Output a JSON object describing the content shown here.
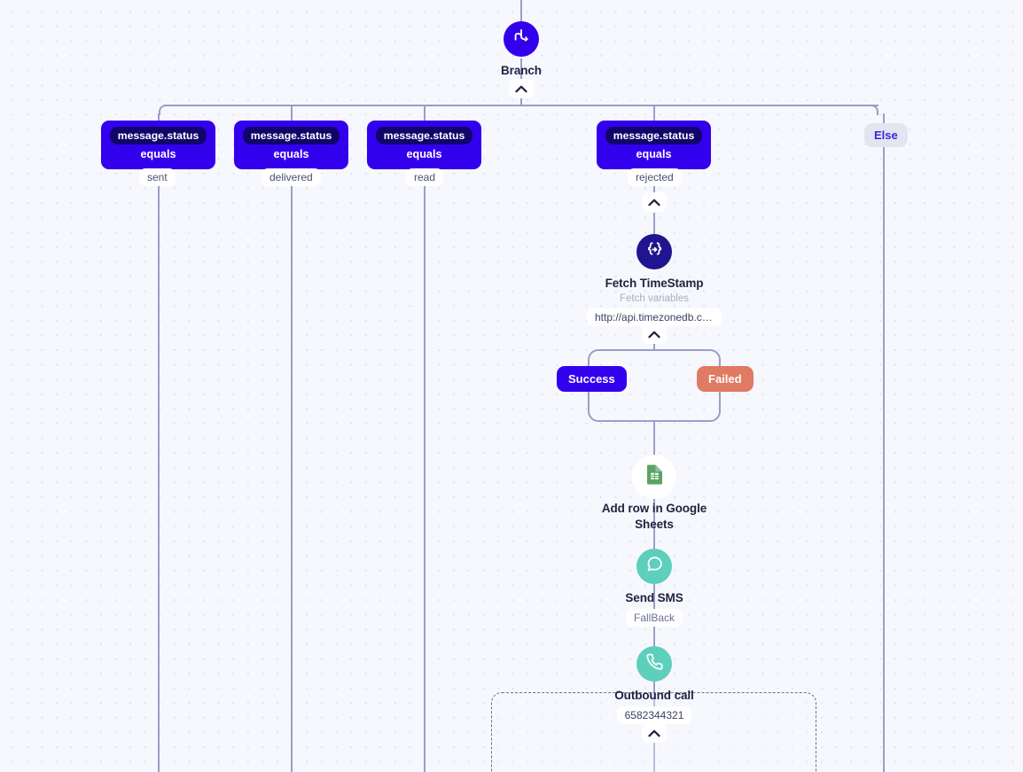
{
  "canvas": {
    "background_color": "#f6f8fd",
    "grid_dot_color": "#dfe3ef",
    "connector_color": "#9a9ec9"
  },
  "nodes": {
    "branch": {
      "title": "Branch",
      "icon": "branch-fork-icon",
      "color": "#3300ee"
    },
    "fetch_timestamp": {
      "title": "Fetch TimeStamp",
      "subtitle": "Fetch variables",
      "url": "http://api.timezonedb.co…",
      "icon": "code-braces-arrow-icon",
      "color": "#1f1590"
    },
    "google_sheets": {
      "title": "Add row in Google Sheets",
      "icon": "google-sheets-icon",
      "color": "#5aa463"
    },
    "send_sms": {
      "title": "Send SMS",
      "badge": "FallBack",
      "icon": "chat-bubble-icon",
      "color": "#5ecfbb"
    },
    "outbound_call": {
      "title": "Outbound call",
      "badge": "6582344321",
      "icon": "phone-icon",
      "color": "#5ecfbb"
    }
  },
  "branch_conditions": [
    {
      "key": "message.status",
      "operator": "equals",
      "value": "sent"
    },
    {
      "key": "message.status",
      "operator": "equals",
      "value": "delivered"
    },
    {
      "key": "message.status",
      "operator": "equals",
      "value": "read"
    },
    {
      "key": "message.status",
      "operator": "equals",
      "value": "rejected"
    }
  ],
  "else_branch": {
    "label": "Else"
  },
  "outcomes": {
    "success": {
      "label": "Success",
      "color": "#3300ee"
    },
    "failed": {
      "label": "Failed",
      "color": "#e07a64"
    }
  }
}
